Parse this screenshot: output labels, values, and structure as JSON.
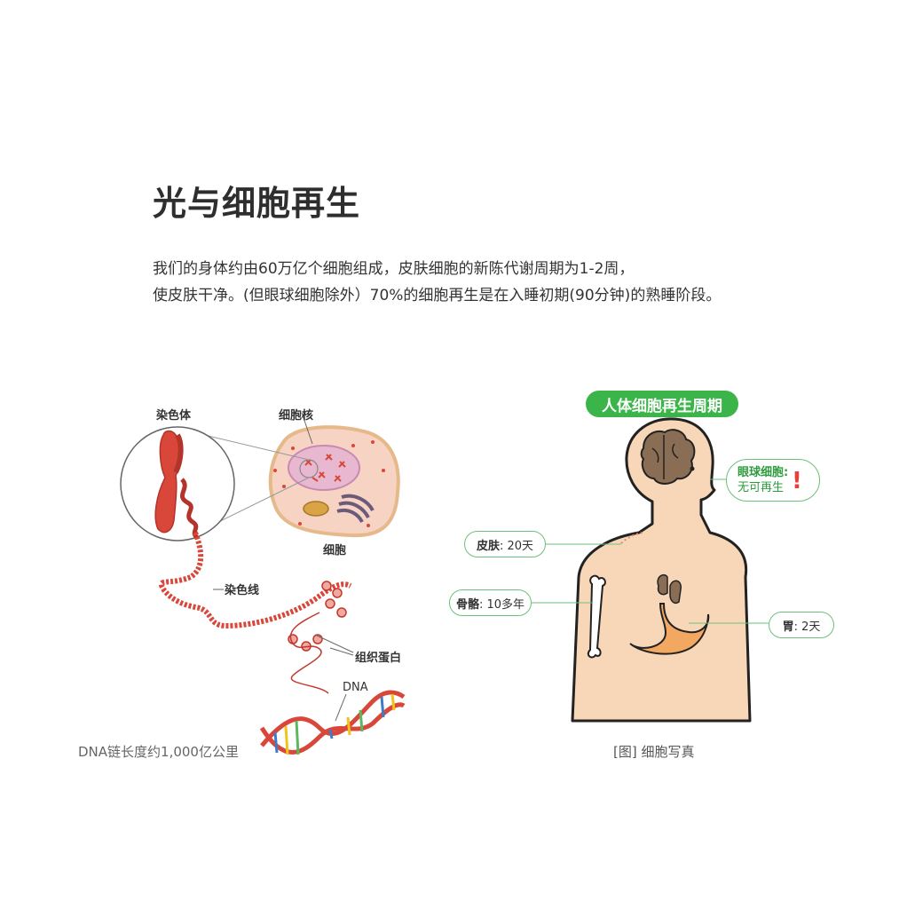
{
  "title": "光与细胞再生",
  "intro": {
    "line1": "我们的身体约由60万亿个细胞组成，皮肤细胞的新陈代谢周期为1-2周，",
    "line2": "使皮肤干净。(但眼球细胞除外）70%的细胞再生是在入睡初期(90分钟)的熟睡阶段。"
  },
  "cell_diagram": {
    "chromosome": "染色体",
    "nucleus": "细胞核",
    "cell": "细胞",
    "chromatin": "染色线",
    "histone": "组织蛋白",
    "dna": "DNA",
    "dna_caption": "DNA链长度约1,000亿公里"
  },
  "body_diagram": {
    "title": "人体细胞再生周期",
    "eye_name": "眼球细胞:",
    "eye_note": "无可再生",
    "skin_name": "皮肤",
    "skin_value": ": 20天",
    "bone_name": "骨骼",
    "bone_value": ": 10多年",
    "stomach_name": "胃",
    "stomach_value": ": 2天",
    "caption": "[图] 细胞写真"
  },
  "colors": {
    "accent_green": "#3bb54a",
    "alert_red": "#e5413b",
    "chromosome_red": "#d9473a",
    "skin": "#f8d7b8"
  }
}
